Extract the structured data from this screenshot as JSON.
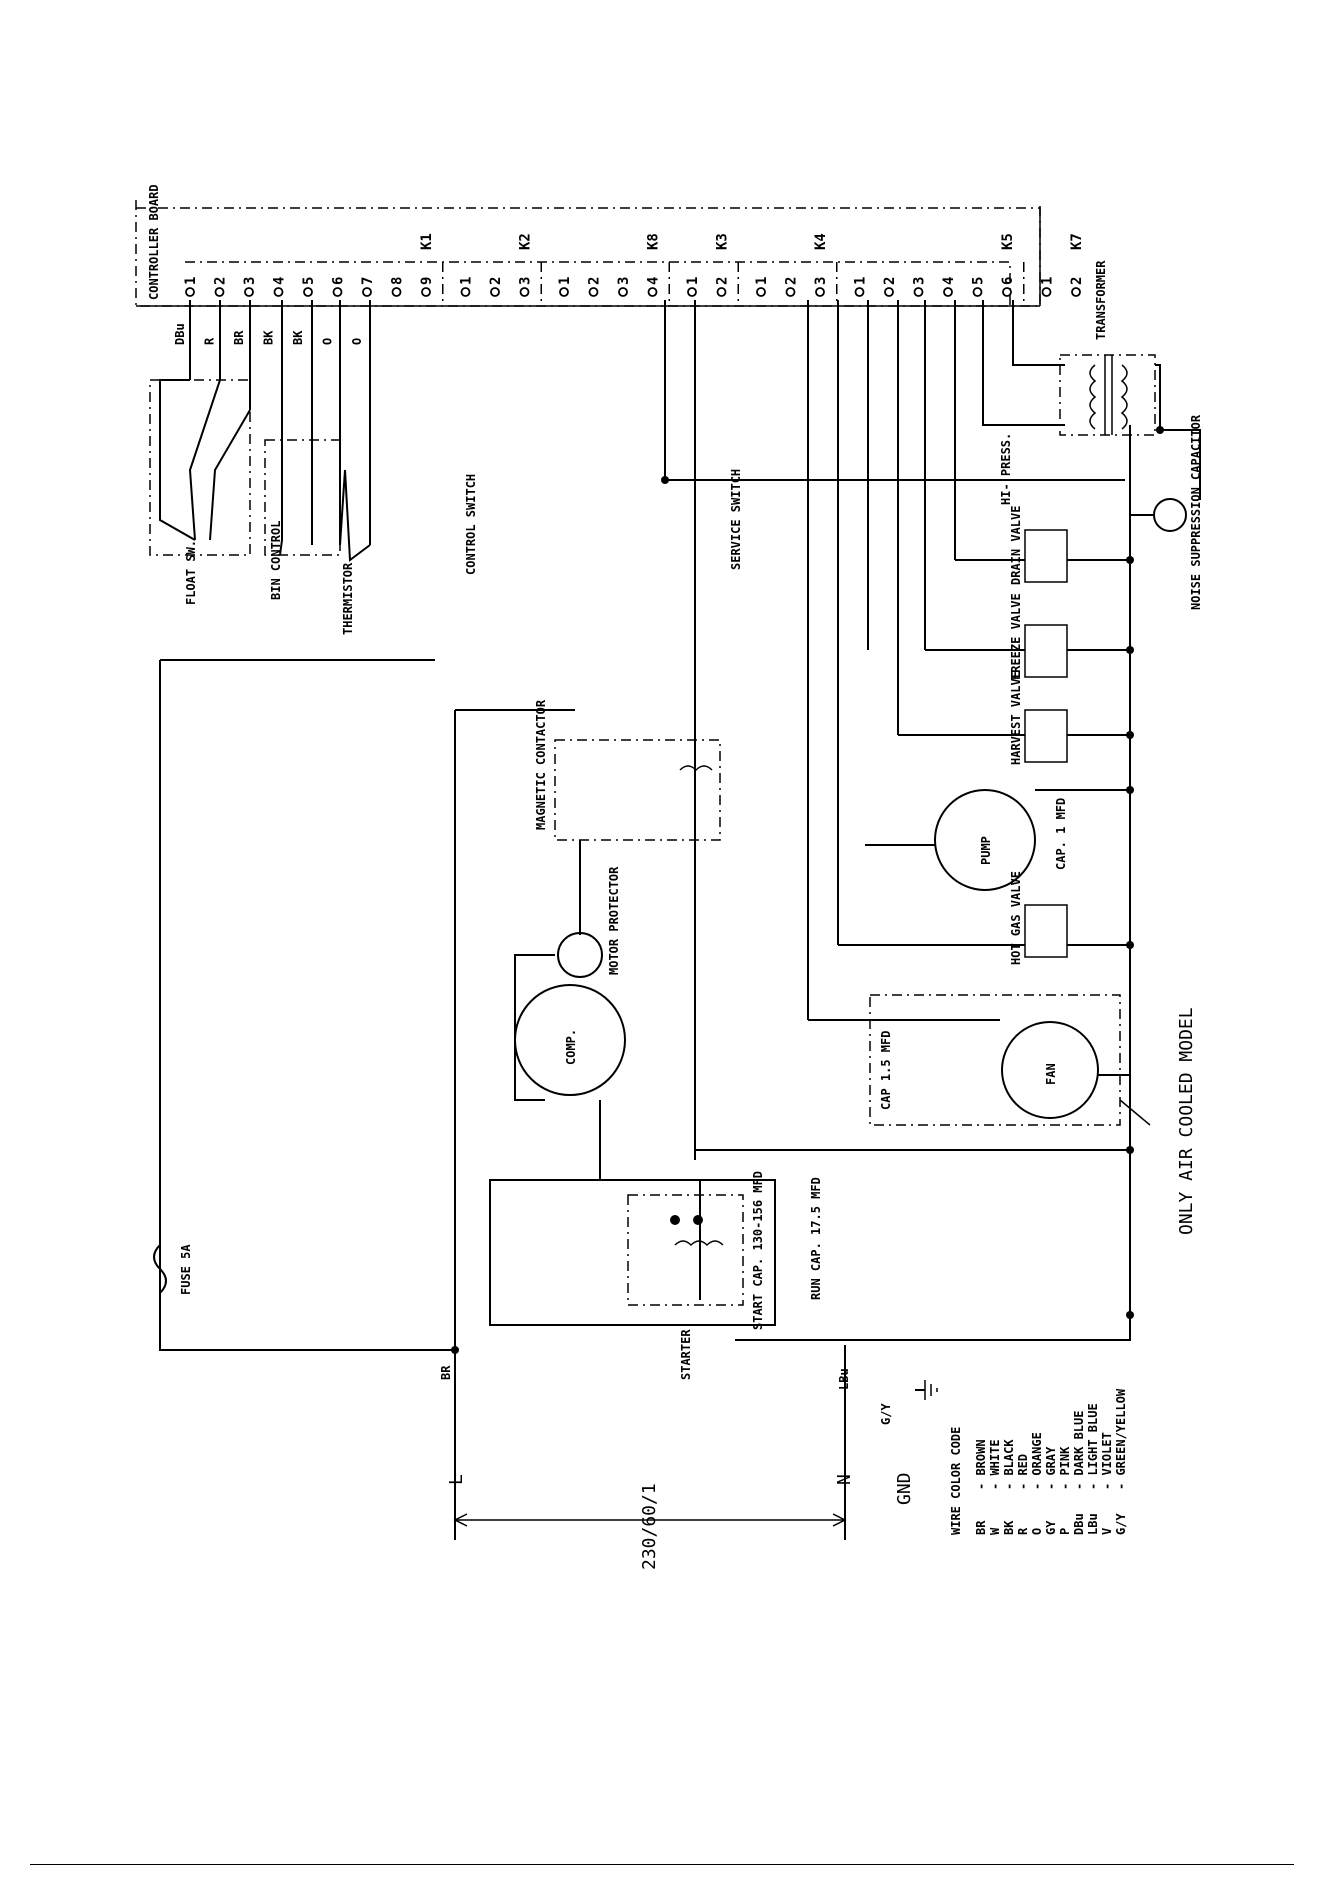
{
  "controller": {
    "title": "CONTROLLER BOARD",
    "relays": [
      {
        "name": "K1",
        "terminals": [
          "1",
          "2",
          "3",
          "4",
          "5",
          "6",
          "7",
          "8",
          "9"
        ]
      },
      {
        "name": "K2",
        "terminals": [
          "1",
          "2",
          "3"
        ]
      },
      {
        "name": "K8",
        "terminals": [
          "1",
          "2",
          "3",
          "4"
        ]
      },
      {
        "name": "K3",
        "terminals": [
          "1",
          "2"
        ]
      },
      {
        "name": "K4",
        "terminals": [
          "1",
          "2",
          "3"
        ]
      },
      {
        "name": "K5",
        "terminals": [
          "1",
          "2",
          "3",
          "4",
          "5",
          "6"
        ]
      },
      {
        "name": "K7",
        "terminals": [
          "1",
          "2"
        ]
      }
    ],
    "k1_wire_colors": [
      "DBu",
      "R",
      "BR",
      "BK",
      "BK",
      "O",
      "O"
    ]
  },
  "components": {
    "float_switch": "FLOAT SW.",
    "bin_control": "BIN CONTROL",
    "thermistor": "THERMISTOR",
    "control_switch": "CONTROL SWITCH",
    "service_switch": "SERVICE SWITCH",
    "magnetic_contactor": "MAGNETIC CONTACTOR",
    "motor_protector": "MOTOR PROTECTOR",
    "compressor": "COMP.",
    "starter": "STARTER",
    "start_cap": "START CAP. 130-156 MFD",
    "run_cap": "RUN CAP. 17.5 MFD",
    "fuse": "FUSE 5A",
    "transformer": "TRANSFORMER",
    "hi_press": "HI- PRESS.",
    "drain_valve": "DRAIN VALVE",
    "freeze_valve": "FREEZE VALVE",
    "harvest_valve": "HARVEST VALVE",
    "pump": "PUMP",
    "pump_cap": "CAP. 1 MFD",
    "hot_gas_valve": "HOT GAS VALVE",
    "fan": "FAN",
    "fan_cap": "CAP 1.5 MFD",
    "noise_cap": "NOISE SUPPRESSION CAPACITOR",
    "air_cooled_note": "ONLY AIR COOLED MODEL"
  },
  "supply": {
    "line": "L",
    "neutral": "N",
    "ground": "GND",
    "rating": "230/60/1",
    "line_color": "BR",
    "neutral_color": "LBu",
    "ground_color": "G/Y"
  },
  "wire_color_code": {
    "title": "WIRE COLOR CODE",
    "entries": [
      {
        "code": "BR",
        "name": "- BROWN"
      },
      {
        "code": "W",
        "name": "- WHITE"
      },
      {
        "code": "BK",
        "name": "- BLACK"
      },
      {
        "code": "R",
        "name": "- RED"
      },
      {
        "code": "O",
        "name": "- ORANGE"
      },
      {
        "code": "GY",
        "name": "- GRAY"
      },
      {
        "code": "P",
        "name": "- PINK"
      },
      {
        "code": "DBu",
        "name": "- DARK BLUE"
      },
      {
        "code": "LBu",
        "name": "- LIGHT BLUE"
      },
      {
        "code": "V",
        "name": "- VIOLET"
      },
      {
        "code": "G/Y",
        "name": "- GREEN/YELLOW"
      }
    ]
  }
}
